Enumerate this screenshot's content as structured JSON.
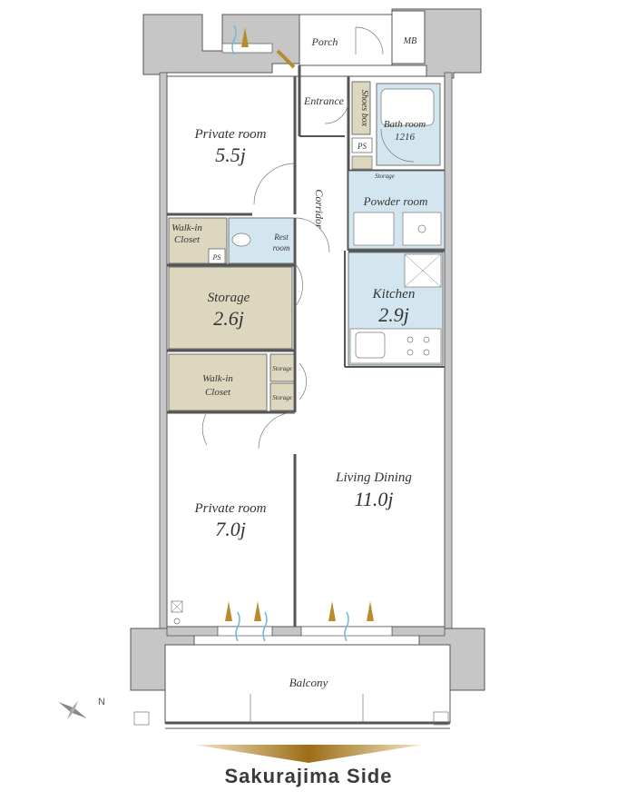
{
  "rooms": {
    "porch": "Porch",
    "mb": "MB",
    "entrance": "Entrance",
    "shoes_box": "Shoes box",
    "bath_room_name": "Bath room",
    "bath_room_size": "1216",
    "ps": "PS",
    "private_room_1_name": "Private room",
    "private_room_1_size": "5.5j",
    "corridor": "Corridor",
    "storage_small": "Storage",
    "powder_room": "Powder room",
    "walkin_closet_1_line1": "Walk-in",
    "walkin_closet_1_line2": "Closet",
    "rest_room_line1": "Rest",
    "rest_room_line2": "room",
    "storage_name": "Storage",
    "storage_size": "2.6j",
    "kitchen_name": "Kitchen",
    "kitchen_size": "2.9j",
    "walkin_closet_2_line1": "Walk-in",
    "walkin_closet_2_line2": "Closet",
    "storage_a": "Storage",
    "storage_b": "Storage",
    "living_dining_name": "Living Dining",
    "living_dining_size": "11.0j",
    "private_room_2_name": "Private room",
    "private_room_2_size": "7.0j",
    "balcony": "Balcony"
  },
  "compass_label": "N",
  "side_label": "Sakurajima Side",
  "colors": {
    "wall": "#c6c6c6",
    "wall_outline": "#555555",
    "wet_area": "#d3e6ef",
    "storage_fill": "#ddd7c0",
    "accent_gold": "#b98b2c",
    "window_blue": "#6fb8d8"
  }
}
